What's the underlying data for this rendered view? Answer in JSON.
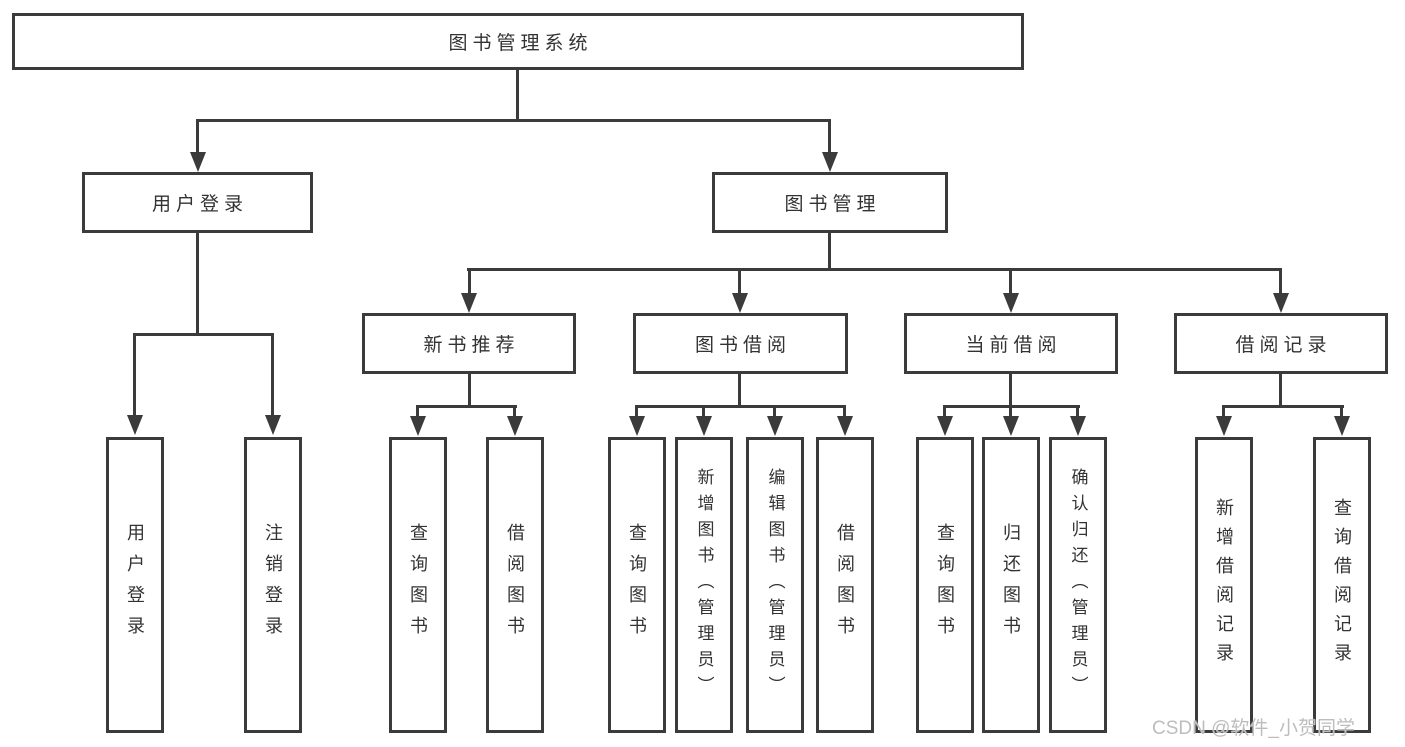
{
  "diagram": {
    "type": "hierarchy-tree",
    "tree": {
      "root": {
        "label": "图书管理系统",
        "children": [
          {
            "label": "用户登录",
            "children": [
              {
                "label": "用户登录"
              },
              {
                "label": "注销登录"
              }
            ]
          },
          {
            "label": "图书管理",
            "children": [
              {
                "label": "新书推荐",
                "children": [
                  {
                    "label": "查询图书"
                  },
                  {
                    "label": "借阅图书"
                  }
                ]
              },
              {
                "label": "图书借阅",
                "children": [
                  {
                    "label": "查询图书"
                  },
                  {
                    "label": "新增图书（管理员）"
                  },
                  {
                    "label": "编辑图书（管理员）"
                  },
                  {
                    "label": "借阅图书"
                  }
                ]
              },
              {
                "label": "当前借阅",
                "children": [
                  {
                    "label": "查询图书"
                  },
                  {
                    "label": "归还图书"
                  },
                  {
                    "label": "确认归还（管理员）"
                  }
                ]
              },
              {
                "label": "借阅记录",
                "children": [
                  {
                    "label": "新增借阅记录"
                  },
                  {
                    "label": "查询借阅记录"
                  }
                ]
              }
            ]
          }
        ]
      }
    }
  },
  "watermark": {
    "text": "CSDN @软件_小贺同学"
  },
  "colors": {
    "line": "#3b3b3b",
    "text": "#333333",
    "background": "#ffffff",
    "watermark": "#bdbdbd"
  }
}
